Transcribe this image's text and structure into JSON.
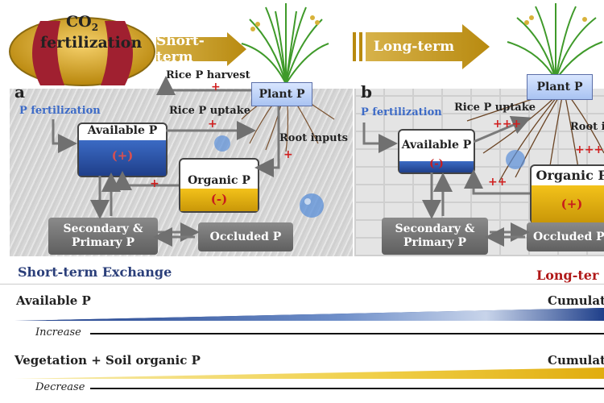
{
  "top": {
    "co2_label": "CO",
    "co2_sub": "2",
    "fertilization_label": "fertilization",
    "short_term_label": "Short-term",
    "long_term_label": "Long-term"
  },
  "panel_a": {
    "letter": "a",
    "p_fertilization": "P fertilization",
    "rice_p_harvest": "Rice P harvest",
    "rice_p_uptake": "Rice P uptake",
    "plant_p": "Plant P",
    "root_inputs": "Root inputs",
    "available_p": "Available P",
    "available_sign": "(+)",
    "organic_p": "Organic P",
    "organic_sign": "(-)",
    "secondary_primary_p_1": "Secondary &",
    "secondary_primary_p_2": "Primary P",
    "occluded_p": "Occluded P",
    "plus_marks": [
      "+",
      "+",
      "+",
      "+"
    ]
  },
  "panel_b": {
    "letter": "b",
    "p_fertilization": "P fertilization",
    "rice_p_uptake": "Rice P uptake",
    "plant_p": "Plant P",
    "root_partial": "Root i",
    "available_p": "Available P",
    "available_sign": "(-)",
    "organic_p": "Organic P",
    "organic_sign": "(+)",
    "secondary_primary_p_1": "Secondary &",
    "secondary_primary_p_2": "Primary P",
    "occluded_p": "Occluded P",
    "plus_marks": [
      "+++",
      "++",
      "+++"
    ]
  },
  "bottom": {
    "short_term_exchange": "Short-term Exchange",
    "long_term_partial": "Long-ter",
    "available_p": "Available P",
    "cumulative_partial": "Cumulat",
    "increase": "Increase",
    "vegetation_soil": "Vegetation + Soil organic P",
    "cumulative_partial_2": "Cumulat",
    "decrease": "Decrease"
  },
  "colors": {
    "blue": "#1f3f8a",
    "gold": "#e1ad0f",
    "accent_red": "#b01818",
    "header_blue": "#2b3f7a"
  }
}
